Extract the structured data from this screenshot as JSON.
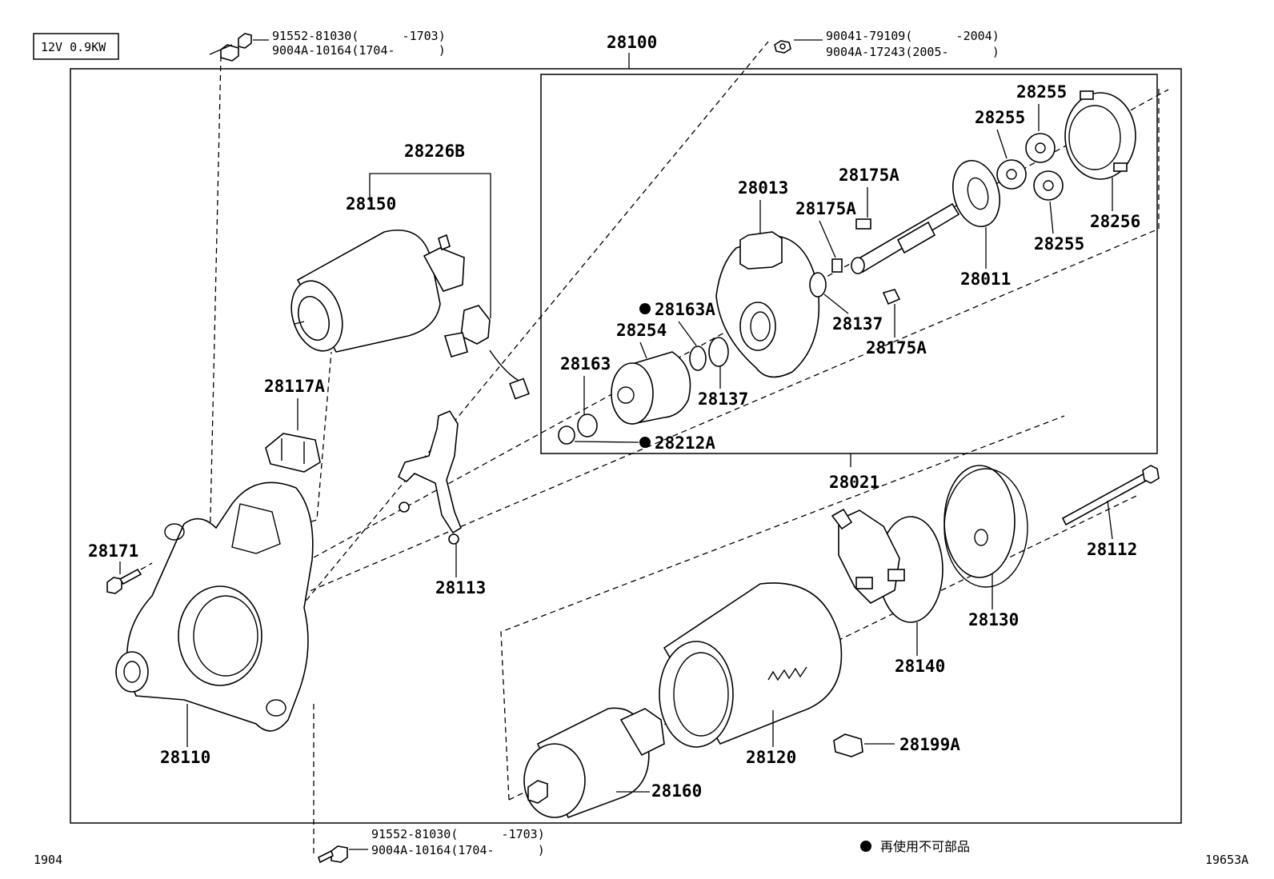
{
  "spec_label": "12V 0.9KW",
  "bolts": {
    "top_left": {
      "line1": "91552-81030(      -1703)",
      "line2": "9004A-10164(1704-      )"
    },
    "top_right": {
      "line1": "90041-79109(      -2004)",
      "line2": "9004A-17243(2005-      )"
    },
    "bottom": {
      "line1": "91552-81030(      -1703)",
      "line2": "9004A-10164(1704-      )"
    }
  },
  "labels": {
    "p28100": "28100",
    "p28226B": "28226B",
    "p28150": "28150",
    "p28117A": "28117A",
    "p28171": "28171",
    "p28110": "28110",
    "p28113": "28113",
    "p28013": "28013",
    "p28175A_1": "28175A",
    "p28175A_2": "28175A",
    "p28175A_3": "28175A",
    "p28255_1": "28255",
    "p28255_2": "28255",
    "p28255_3": "28255",
    "p28256": "28256",
    "p28011": "28011",
    "p28137_1": "28137",
    "p28137_2": "28137",
    "p28163A": "28163A",
    "p28254": "28254",
    "p28163": "28163",
    "p28212A": "28212A",
    "p28021": "28021",
    "p28112": "28112",
    "p28130": "28130",
    "p28140": "28140",
    "p28120": "28120",
    "p28199A": "28199A",
    "p28160": "28160"
  },
  "legend_note": "再使用不可部品",
  "corner_left": "1904",
  "corner_right": "19653A"
}
